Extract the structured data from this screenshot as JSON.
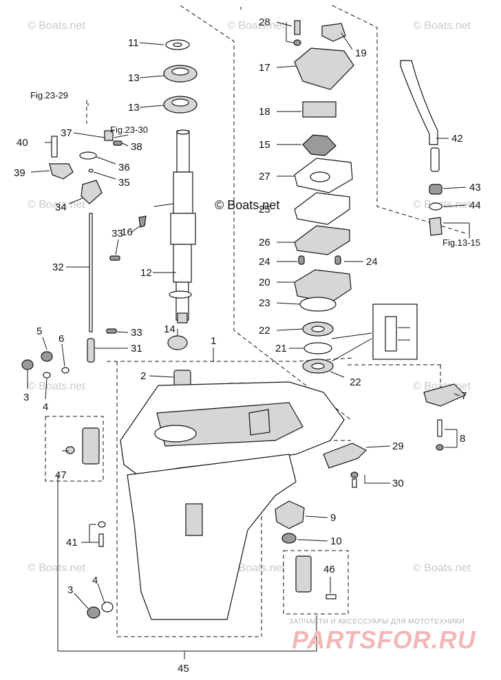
{
  "watermarks": [
    "© Boats.net"
  ],
  "copyright": "© Boats.net",
  "banner": {
    "top_text": "ЗАПЧАСТИ И АКСЕССУАРЫ ДЛЯ МОТОТЕХНИКИ",
    "brand": "PARTSFOR.RU"
  },
  "labels": {
    "p1": "1",
    "p2": "2",
    "p3a": "3",
    "p3b": "3",
    "p4a": "4",
    "p4b": "4",
    "p5": "5",
    "p6": "6",
    "p7": "7",
    "p8": "8",
    "p9": "9",
    "p10": "10",
    "p11": "11",
    "p12": "12",
    "p13a": "13",
    "p13b": "13",
    "p14": "14",
    "p15": "15",
    "p16": "16",
    "p17": "17",
    "p18": "18",
    "p19": "19",
    "p20": "20",
    "p21": "21",
    "p22a": "22",
    "p22b": "22",
    "p23": "23",
    "p24a": "24",
    "p24b": "24",
    "p25": "25",
    "p26": "26",
    "p27": "27",
    "p28": "28",
    "p29": "29",
    "p30": "30",
    "p31": "31",
    "p32": "32",
    "p33a": "33",
    "p33b": "33",
    "p34": "34",
    "p35": "35",
    "p36": "36",
    "p37": "37",
    "p38": "38",
    "p39": "39",
    "p40": "40",
    "p41": "41",
    "p42": "42",
    "p43": "43",
    "p44": "44",
    "p45": "45",
    "p46": "46",
    "p47": "47"
  },
  "refs": {
    "fig_23_29": "Fig.23-29",
    "fig_23_30": "Fig.23-30",
    "fig_13_15": "Fig.13-15"
  }
}
